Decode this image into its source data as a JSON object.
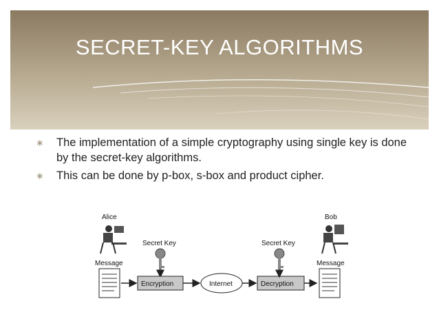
{
  "slide": {
    "title": "SECRET-KEY ALGORITHMS",
    "bullets": [
      {
        "marker": "∗",
        "text": "The implementation of a simple cryptography using single key is done by the secret-key algorithms."
      },
      {
        "marker": "∗",
        "text": "This can be done by p-box, s-box and product cipher."
      }
    ]
  },
  "diagram": {
    "alice": "Alice",
    "bob": "Bob",
    "secret_key_left": "Secret Key",
    "secret_key_right": "Secret Key",
    "message_left": "Message",
    "message_right": "Message",
    "encryption": "Encryption",
    "internet": "Internet",
    "decryption": "Decryption",
    "icons": [
      "person-at-computer-icon",
      "key-icon",
      "document-icon",
      "cloud-icon"
    ]
  },
  "colors": {
    "header_dark": "#8a7a61",
    "header_light": "#d9d0bd",
    "title": "#ffffff",
    "bullet_marker": "#9a8f78",
    "box_fill": "#c8c8c8"
  }
}
